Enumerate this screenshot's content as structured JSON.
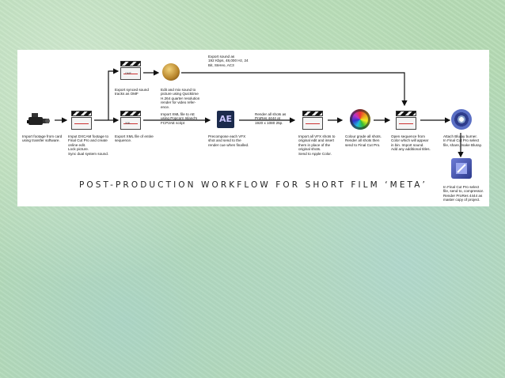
{
  "title": "POST-PRODUCTION WORKFLOW FOR SHORT FILM ‘META’",
  "icons": {
    "omf_tag": "OMF",
    "xml_tag": "XML",
    "ae_label": "AE"
  },
  "steps": {
    "import_footage": "Import footage from card\nusing transfer software.",
    "import_dxcam": "Imput DXCAM footage to\nFinal Cut Pro and create\nonline edit.\nLock picture.\nSync dual system sound.",
    "export_omf": "Export synced sound\ntracks as OMF",
    "export_xml": "Export XML file of entire\nsequence.",
    "edit_mix": "Edit and mix sound to\npicture using Quicktime\nH.264 quarter resolution\nrender for video refer-\nence.",
    "export_sound": "Export sound as\n192 Kbps, 48,000 Hz, 24\nBit, Stereo, AC3",
    "import_xml_ae": "Import XML file to AE\nusing Popcorn Island’s\nFCP2AE script",
    "precompose": "Precompose each VFX\nshot and send to the\nrender cue when finalled.",
    "render_shots": "Render all shots as\nProRes 4444 at\n1920 x 1080 25p.",
    "import_vfx": "Import all VFX shots to\noriginal edit and insert\nthem in place of the\noriginal shots.\nSend to Apple Color.",
    "colour_grade": "Colour grade all shots.\nRender all shots then\nsend to Final Cut Pro.",
    "open_sequence": "Open sequence from\nColor which will appear\nin bin.  Import sound.\nAdd any additional titles.",
    "attach_bluray": "Attach Bluray burner.\nIn Final Cut Pro select\nfile, share, make Bluray.",
    "final_cut_select": "In Final Cut Pro select\nfile, send to, compressor.\nRender ProRes 4444 as\nmaster copy of project."
  },
  "colors": {
    "slide": "#ffffff",
    "background": "#b7dcb6",
    "line": "#111111"
  }
}
